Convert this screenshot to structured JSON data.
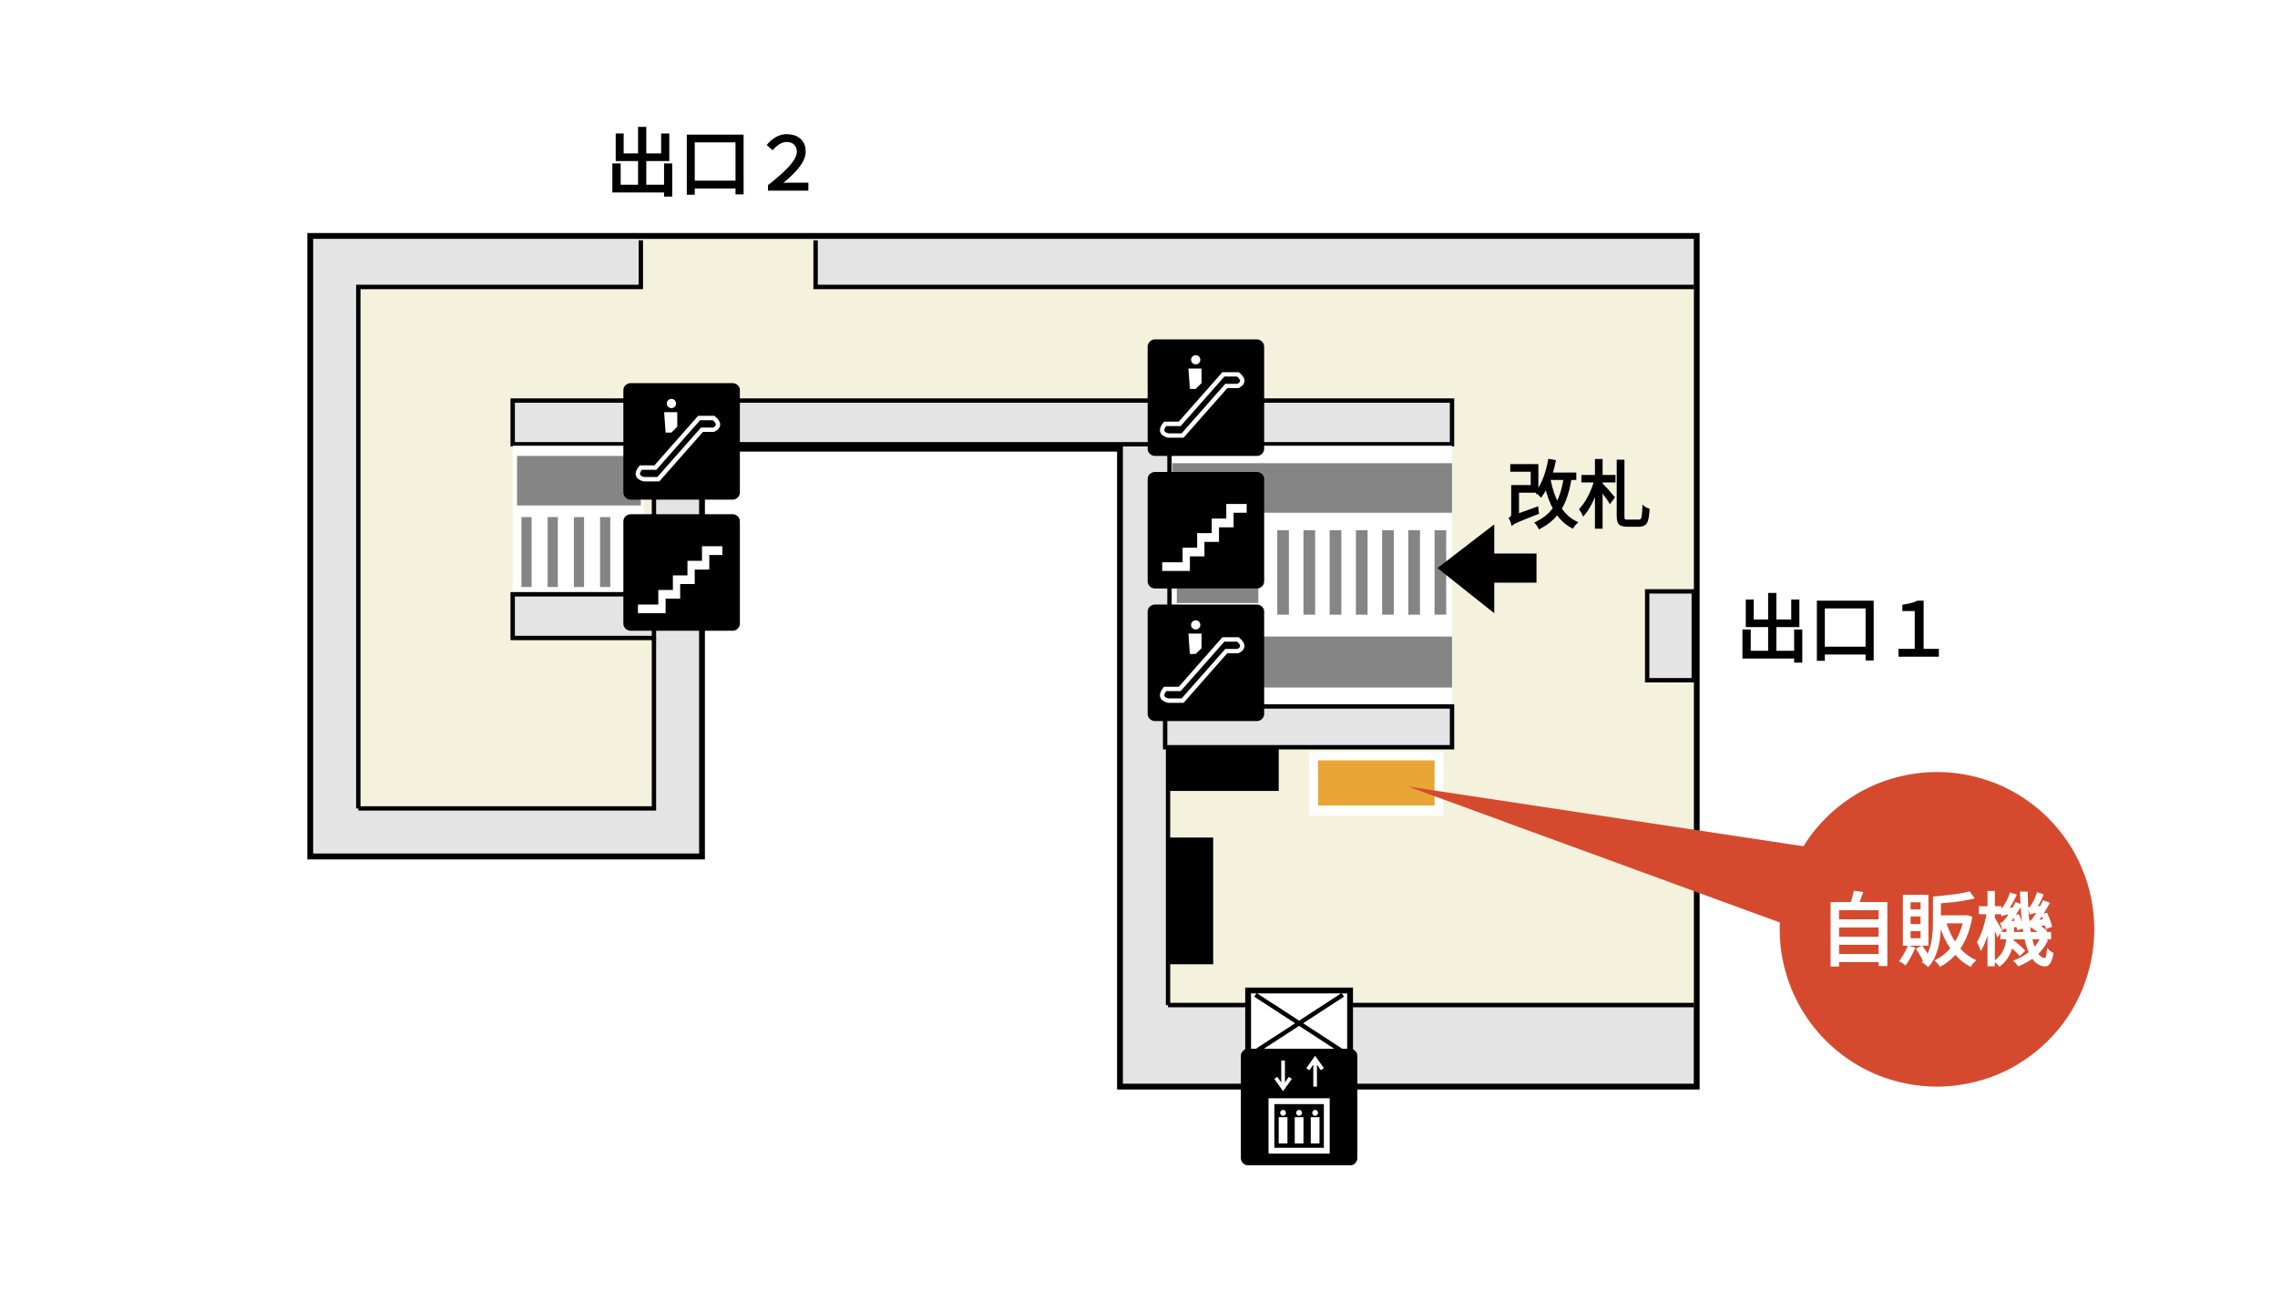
{
  "labels": {
    "exit2": "出口２",
    "exit1": "出口１",
    "ticket_gate": "改札",
    "vending_machine": "自販機"
  },
  "icons": [
    "escalator-icon",
    "stairs-icon",
    "elevator-icon",
    "arrow-left-icon"
  ],
  "colors": {
    "floor": "#f4f2dd",
    "wall": "#e4e4e4",
    "platform": "#858585",
    "vending": "#e8a536",
    "callout": "#d54a2e"
  }
}
